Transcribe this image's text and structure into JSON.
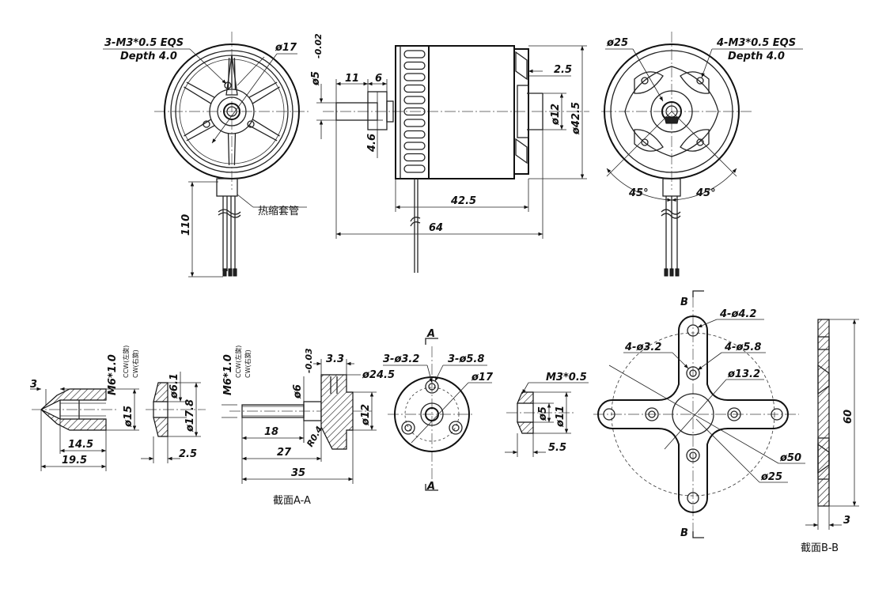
{
  "top_front": {
    "callout_thread": "3-M3*0.5 EQS",
    "callout_depth": "Depth 4.0",
    "dia": "ø17",
    "heat_shrink": "热缩套管",
    "lead": "110"
  },
  "top_side": {
    "shaft_dia": "ø5",
    "shaft_tol": "-0.02",
    "d11": "11",
    "d6": "6",
    "d46": "4.6",
    "d25": "2.5",
    "d12": "ø12",
    "d425v": "ø42.5",
    "len425": "42.5",
    "len64": "64"
  },
  "top_rear": {
    "dia25": "ø25",
    "callout_thread": "4-M3*0.5 EQS",
    "callout_depth": "Depth 4.0",
    "ang1": "45°",
    "ang2": "45°"
  },
  "cone": {
    "d3": "3",
    "thread": "M6*1.0",
    "ccw": "CCW(左旋)",
    "cw": "CW(右旋)",
    "d15": "ø15",
    "d145": "14.5",
    "d195": "19.5"
  },
  "washer": {
    "d61": "ø6.1",
    "d178": "ø17.8",
    "d25": "2.5"
  },
  "adapter": {
    "thread": "M6*1.0",
    "ccw": "CCW(左旋)",
    "cw": "CW(右旋)",
    "d6": "ø6",
    "d6tol": "-0.03",
    "d33": "3.3",
    "d245": "ø24.5",
    "d12": "ø12",
    "r04": "R0.4",
    "d18": "18",
    "d27": "27",
    "d35": "35",
    "section": "截面A-A"
  },
  "flange": {
    "a_top": "A",
    "a_bot": "A",
    "h32": "3-ø3.2",
    "h58": "3-ø5.8",
    "d17": "ø17"
  },
  "nut": {
    "thread": "M3*0.5",
    "d5": "ø5",
    "d11": "ø11",
    "d55": "5.5"
  },
  "mount": {
    "b_top": "B",
    "b_bot": "B",
    "h42": "4-ø4.2",
    "h32": "4-ø3.2",
    "h58": "4-ø5.8",
    "d132": "ø13.2",
    "d50": "ø50",
    "d25": "ø25"
  },
  "mount_side": {
    "d60": "60",
    "d3": "3",
    "section": "截面B-B"
  }
}
